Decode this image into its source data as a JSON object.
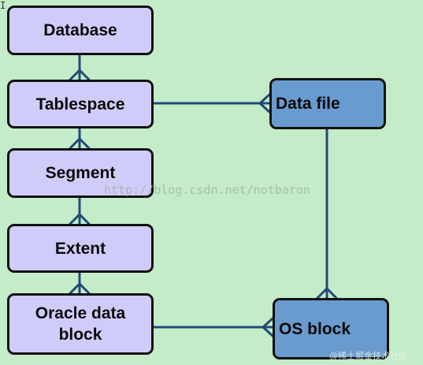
{
  "entities": {
    "database": "Database",
    "tablespace": "Tablespace",
    "segment": "Segment",
    "extent": "Extent",
    "oracle_data_block_line1": "Oracle data",
    "oracle_data_block_line2": "block",
    "data_file": "Data file",
    "os_block": "OS block"
  },
  "watermark": {
    "url": "http://blog.csdn.net/notbaron",
    "credit": "@稀土掘金技术社区"
  },
  "colors": {
    "background": "#c5ecc8",
    "logical_box": "#d0ccfa",
    "physical_box": "#6a9bcf",
    "connector": "#1f4b7a",
    "border": "#111111"
  },
  "relationship_notation": "crow's foot"
}
